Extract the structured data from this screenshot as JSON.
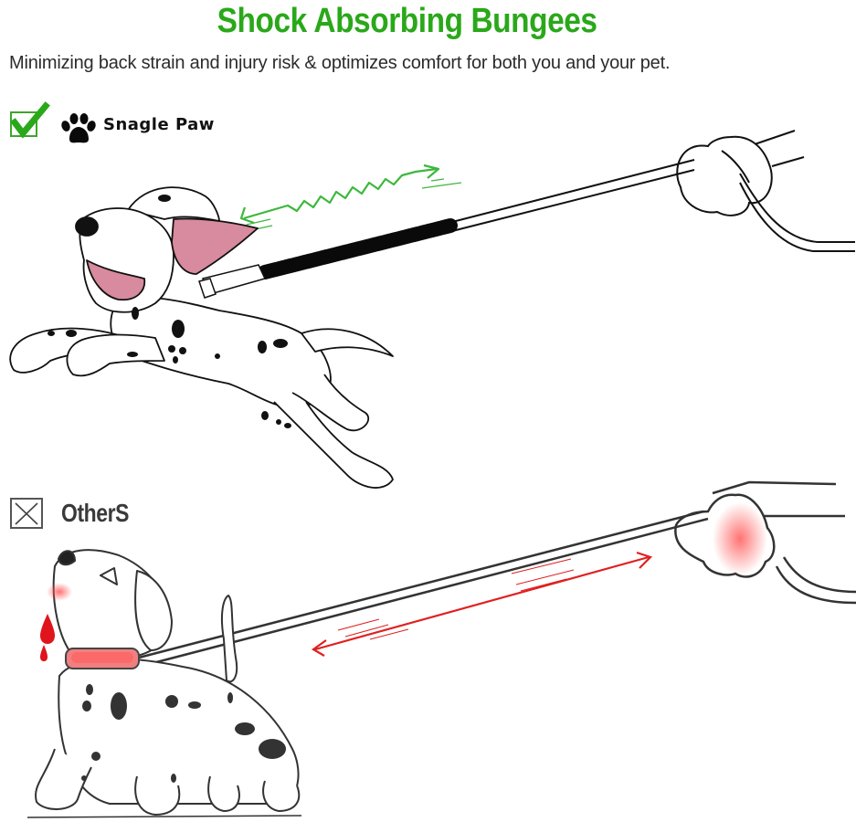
{
  "header": {
    "title": "Shock Absorbing Bungees",
    "subtitle": "Minimizing back strain and injury risk & optimizes comfort for both you and your pet."
  },
  "comparison": {
    "good": {
      "status_icon": "checkmark-icon",
      "brand_icon": "paw-print-icon",
      "label": "Snagle Paw",
      "color": "#2aa81a",
      "illustration": "happy dalmatian puppy leaping on a shock-absorbing bungee leash with green zigzag spring arrow"
    },
    "bad": {
      "status_icon": "x-mark-icon",
      "label": "OtherS",
      "color": "#e02020",
      "illustration": "dalmatian puppy choking on a rigid leash with red strained collar, blood drops and red tension arrow"
    }
  },
  "colors": {
    "title_green": "#2aa81a",
    "check_green": "#3fa52a",
    "warning_red": "#e02020",
    "ear_pink": "#d88a9e",
    "text_dark": "#2b2b2b"
  }
}
